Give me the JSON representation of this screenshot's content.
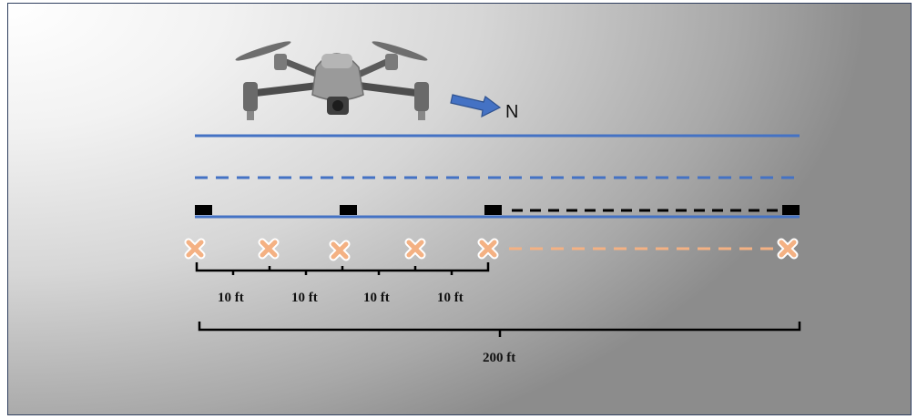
{
  "diagram": {
    "north_label": "N",
    "spacing_labels": [
      "10 ft",
      "10 ft",
      "10 ft",
      "10 ft"
    ],
    "total_label": "200 ft",
    "colors": {
      "flight_line": "#4472c4",
      "marker": "#000000",
      "x_marker_fill": "#f4b183",
      "x_marker_outline": "#ffffff",
      "arrow": "#4472c4"
    },
    "icons": [
      "drone-icon",
      "north-arrow-icon",
      "x-marker-icon",
      "sensor-block-icon"
    ]
  }
}
